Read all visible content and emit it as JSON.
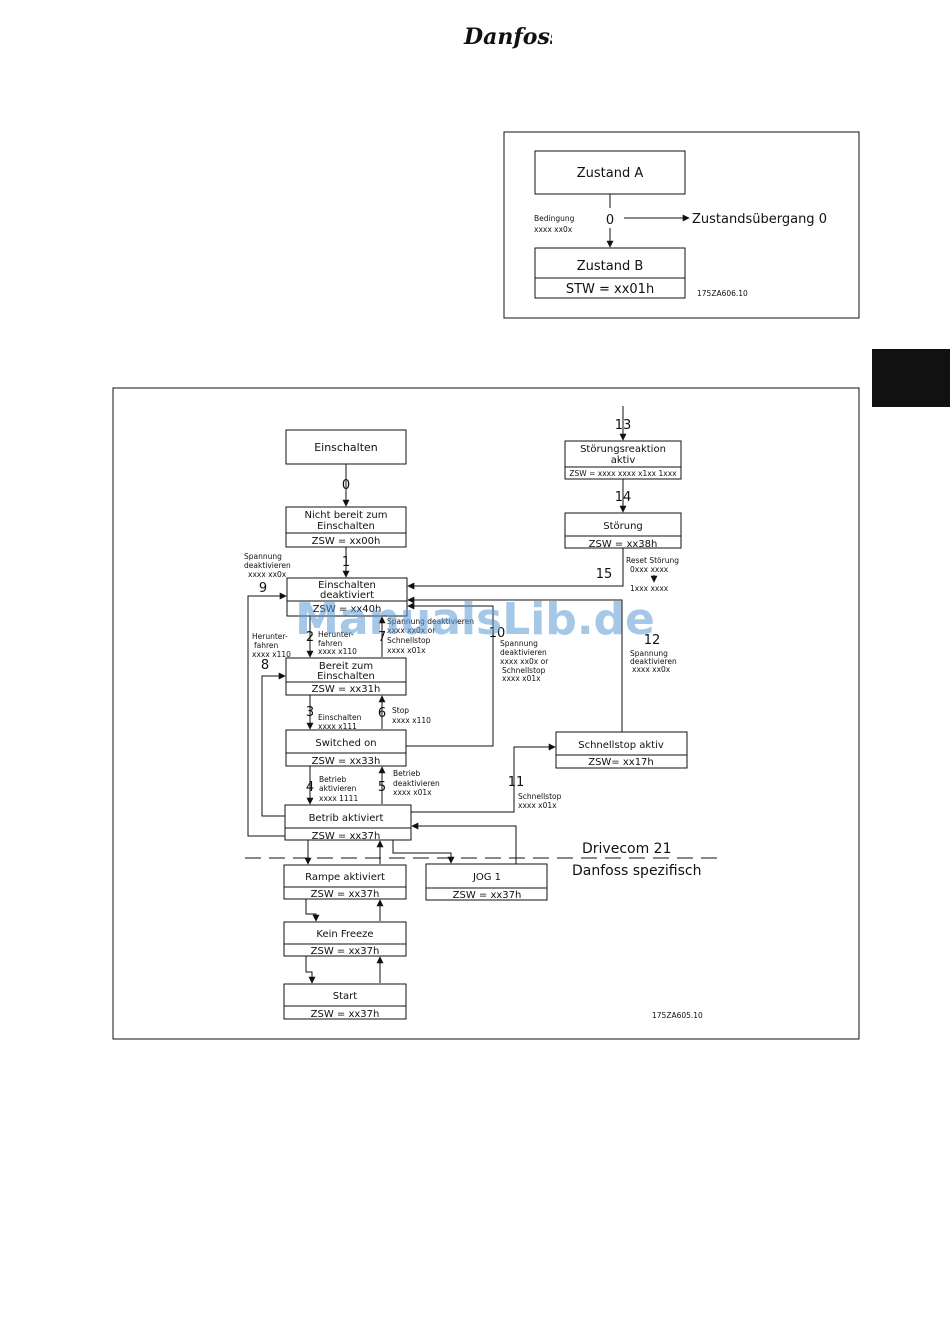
{
  "brand": {
    "logo_text": "Danfoss"
  },
  "legend_diagram": {
    "state_a": "Zustand  A",
    "condition_label": "Bedingung",
    "condition_value": "xxxx  xx0x",
    "transition_number": "0",
    "transition_label": "Zustandsübergang  0",
    "state_b": "Zustand  B",
    "state_b_word": "STW  =  xx01h",
    "figure_id": "175ZA606.10"
  },
  "state_diagram": {
    "states": {
      "einschalten": "Einschalten",
      "nicht_bereit_1": "Nicht  bereit  zum",
      "nicht_bereit_2": "Einschalten",
      "nicht_bereit_zsw": "ZSW  =  xx00h",
      "einsch_deakt_1": "Einschalten",
      "einsch_deakt_2": "deaktiviert",
      "einsch_deakt_zsw": "ZSW  =  xx40h",
      "bereit_1": "Bereit  zum",
      "bereit_2": "Einschalten",
      "bereit_zsw": "ZSW  =  xx31h",
      "switched_on": "Switched  on",
      "switched_on_zsw": "ZSW  =  xx33h",
      "betrieb": "Betrib  aktiviert",
      "betrieb_zsw": "ZSW  =  xx37h",
      "rampe": "Rampe  aktiviert",
      "rampe_zsw": "ZSW  =  xx37h",
      "freeze": "Kein  Freeze",
      "freeze_zsw": "ZSW  =  xx37h",
      "start": "Start",
      "start_zsw": "ZSW  =  xx37h",
      "jog": "JOG  1",
      "jog_zsw": "ZSW  =  xx37h",
      "stoer_reakt_1": "Störungsreaktion",
      "stoer_reakt_2": "aktiv",
      "stoer_reakt_zsw": "ZSW = xxxx xxxx x1xx 1xxx",
      "stoerung": "Störung",
      "stoerung_zsw": "ZSW  =  xx38h",
      "schnellstop": "Schnellstop  aktiv",
      "schnellstop_zsw": "ZSW=  xx17h"
    },
    "transitions": {
      "t0": "0",
      "t1": "1",
      "t2": "2",
      "t3": "3",
      "t4": "4",
      "t5": "5",
      "t6": "6",
      "t7": "7",
      "t8": "8",
      "t9": "9",
      "t10": "10",
      "t11": "11",
      "t12": "12",
      "t13": "13",
      "t14": "14",
      "t15": "15"
    },
    "conditions": {
      "c9_1": "Spannung",
      "c9_2": "deaktivieren",
      "c9_3": "xxxx  xx0x",
      "c8_1": "Herunter-",
      "c8_2": "fahren",
      "c8_3": "xxxx  x110",
      "c2_1": "Herunter-",
      "c2_2": "fahren",
      "c2_3": "xxxx  x110",
      "c7_1": "Spannung  deaktivieren",
      "c7_2": "xxxx  xx0x  or",
      "c7_3": "Schnellstop",
      "c7_4": "xxxx  x01x",
      "c3_1": "Einschalten",
      "c3_2": "xxxx  x111",
      "c6_1": "Stop",
      "c6_2": "xxxx  x110",
      "c4_1": "Betrieb",
      "c4_2": "aktivieren",
      "c4_3": "xxxx  1111",
      "c5_1": "Betrieb",
      "c5_2": "deaktivieren",
      "c5_3": "xxxx  x01x",
      "c10_1": "Spannung",
      "c10_2": "deaktivieren",
      "c10_3": "xxxx  xx0x  or",
      "c10_4": "Schnellstop",
      "c10_5": "xxxx  x01x",
      "c11_1": "Schnellstop",
      "c11_2": "xxxx  x01x",
      "c12_1": "Spannung",
      "c12_2": "deaktivieren",
      "c12_3": "xxxx  xx0x",
      "c15_1": "Reset  Störung",
      "c15_2": "0xxx  xxxx",
      "c15_3": "1xxx  xxxx"
    },
    "drivecom_label": "Drivecom  21",
    "danfoss_label": "Danfoss  spezifisch",
    "figure_id": "175ZA605.10"
  },
  "watermark": "ManualsLib.de"
}
